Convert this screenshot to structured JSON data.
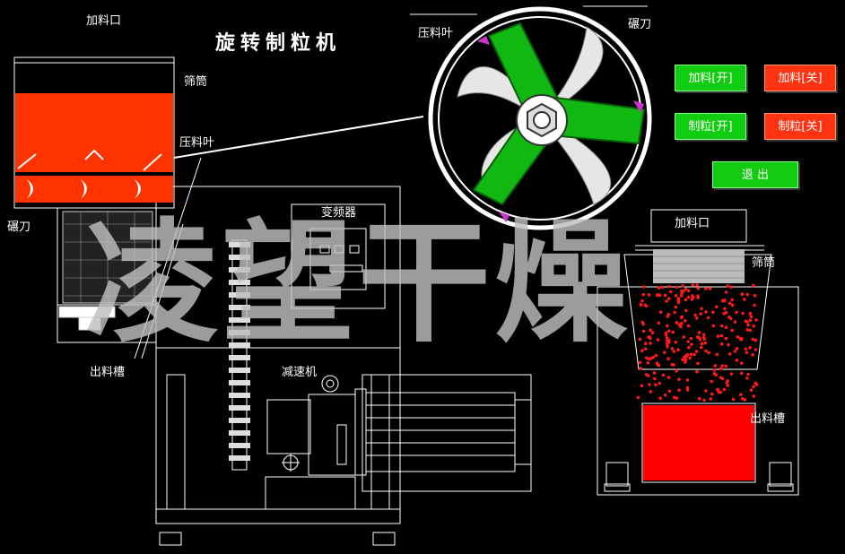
{
  "title": "旋转制粒机",
  "labels": {
    "feed_inlet_left": "加料口",
    "sieve_left": "筛筒",
    "press_blade_left": "压料叶",
    "roll_knife_left": "碾刀",
    "outlet_left": "出料槽",
    "inverter": "变频器",
    "reducer": "减速机",
    "press_blade_top": "压料叶",
    "roll_knife_top": "碾刀",
    "feed_inlet_right": "加料口",
    "sieve_right": "筛筒",
    "outlet_right": "出料槽"
  },
  "buttons": {
    "feed_on": "加料[开]",
    "feed_off": "加料[关]",
    "granulate_on": "制粒[开]",
    "granulate_off": "制粒[关]",
    "exit": "退 出"
  },
  "watermark": "凌望干燥",
  "colors": {
    "on_button": "#11cc11",
    "off_button": "#ff3311",
    "material": "#ff3300",
    "impeller": "#11bb11"
  }
}
